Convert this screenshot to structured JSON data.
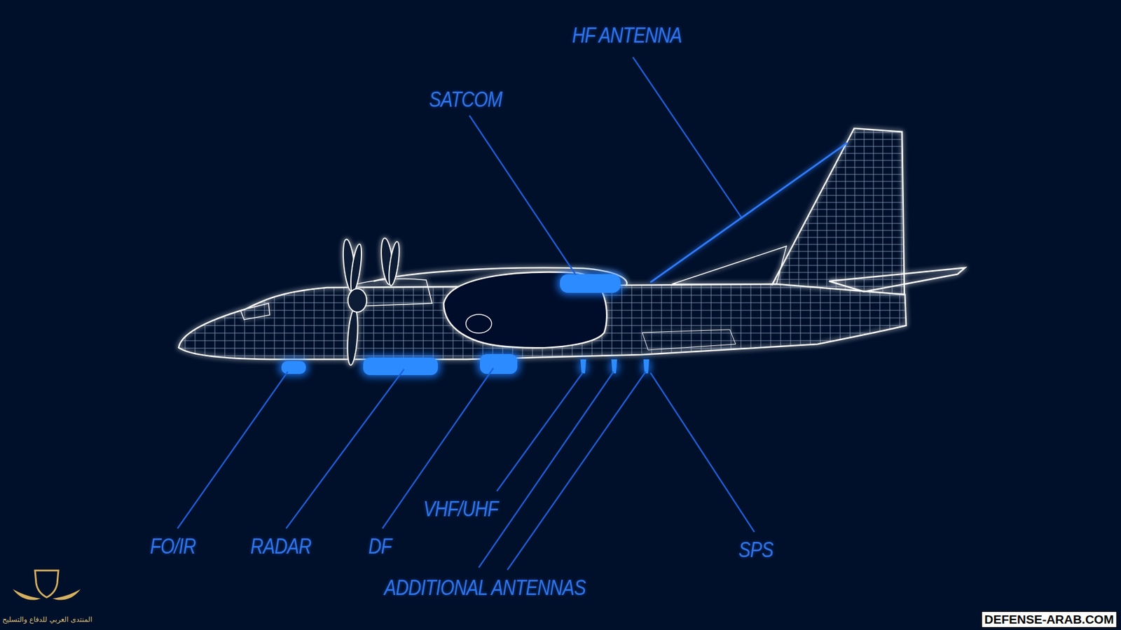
{
  "diagram": {
    "labels": [
      "HF ANTENNA",
      "SATCOM",
      "VHF/UHF",
      "FO/IR",
      "RADAR",
      "DF",
      "SPS",
      "ADDITIONAL ANTENNAS",
      "المنتدى العربي للدفاع والتسليح",
      "DEFENSE-ARAB.COM"
    ]
  }
}
